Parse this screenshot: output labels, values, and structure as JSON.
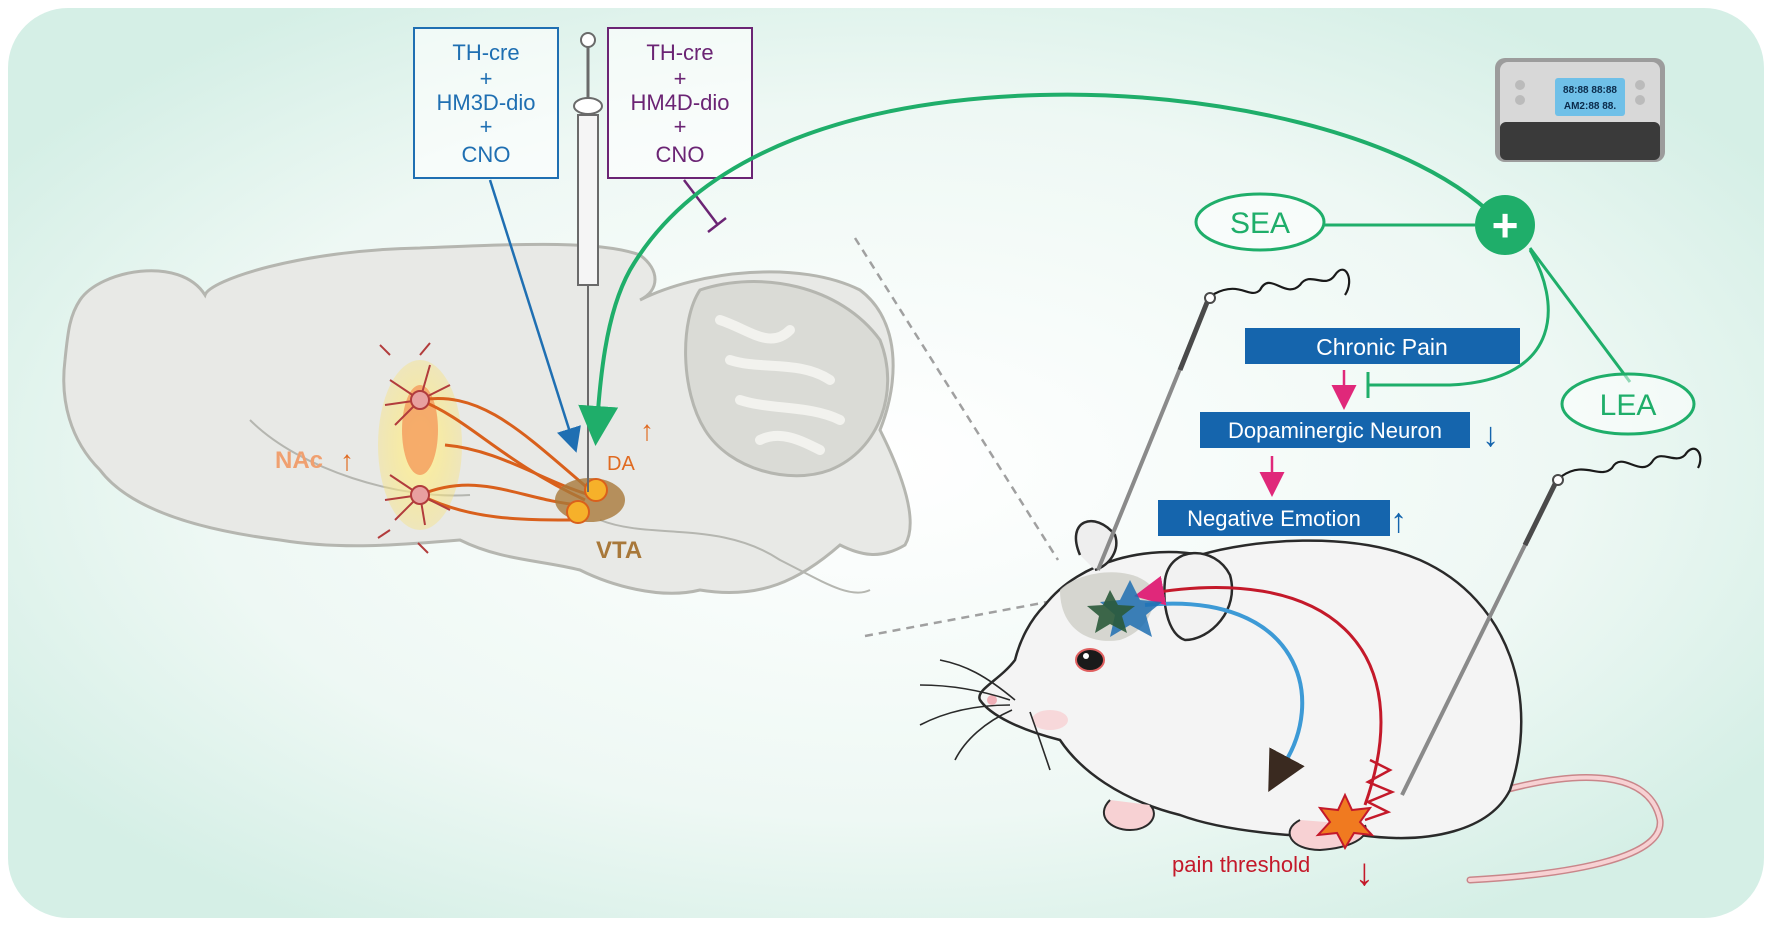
{
  "injection_boxes": {
    "hm3d": {
      "line1": "TH-cre",
      "line2": "+",
      "line3": "HM3D-dio",
      "line4": "+",
      "line5": "CNO",
      "color": "#1f6fb2"
    },
    "hm4d": {
      "line1": "TH-cre",
      "line2": "+",
      "line3": "HM4D-dio",
      "line4": "+",
      "line5": "CNO",
      "color": "#6b2474"
    }
  },
  "brain": {
    "nac_label": "NAc",
    "da_label": "DA",
    "vta_label": "VTA",
    "up_arrow": "↑",
    "nac_color": "#f0a070",
    "da_color": "#e06a20",
    "vta_color": "#a8783a"
  },
  "acupuncture": {
    "sea_label": "SEA",
    "lea_label": "LEA",
    "plus_symbol": "+",
    "color": "#1fae6a",
    "stimulator_display_top": "88:88 88:88",
    "stimulator_display_bottom": "AM2:88 88."
  },
  "cascade": {
    "chronic_pain": "Chronic Pain",
    "dopaminergic_neuron": "Dopaminergic Neuron",
    "negative_emotion": "Negative Emotion",
    "down_arrow": "↓",
    "up_arrow": "↑",
    "box_color": "#1565ad",
    "arrow_color": "#e0287a"
  },
  "mouse": {
    "pain_threshold_label": "pain threshold",
    "down_arrow": "↓",
    "pain_color": "#c4192a"
  }
}
